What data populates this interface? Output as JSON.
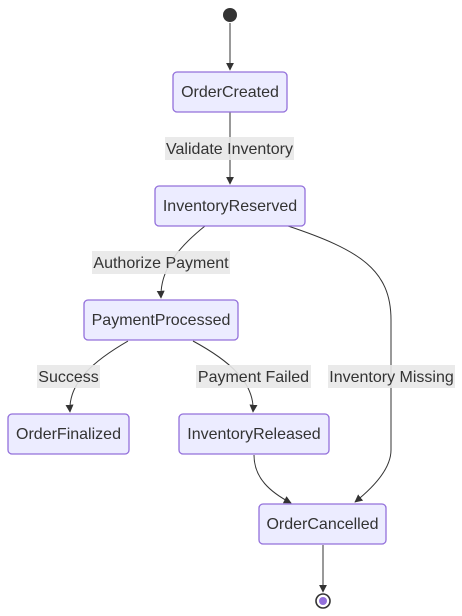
{
  "diagram": {
    "states": {
      "order_created": "OrderCreated",
      "inventory_reserved": "InventoryReserved",
      "payment_processed": "PaymentProcessed",
      "order_finalized": "OrderFinalized",
      "inventory_released": "InventoryReleased",
      "order_cancelled": "OrderCancelled"
    },
    "transitions": {
      "validate_inventory": "Validate Inventory",
      "authorize_payment": "Authorize Payment",
      "success": "Success",
      "payment_failed": "Payment Failed",
      "inventory_missing": "Inventory Missing"
    },
    "colors": {
      "state_fill": "#ececff",
      "state_stroke": "#9370db",
      "edge": "#333333",
      "label_bg": "#e8e8e8",
      "end_dot": "#9370db"
    }
  }
}
